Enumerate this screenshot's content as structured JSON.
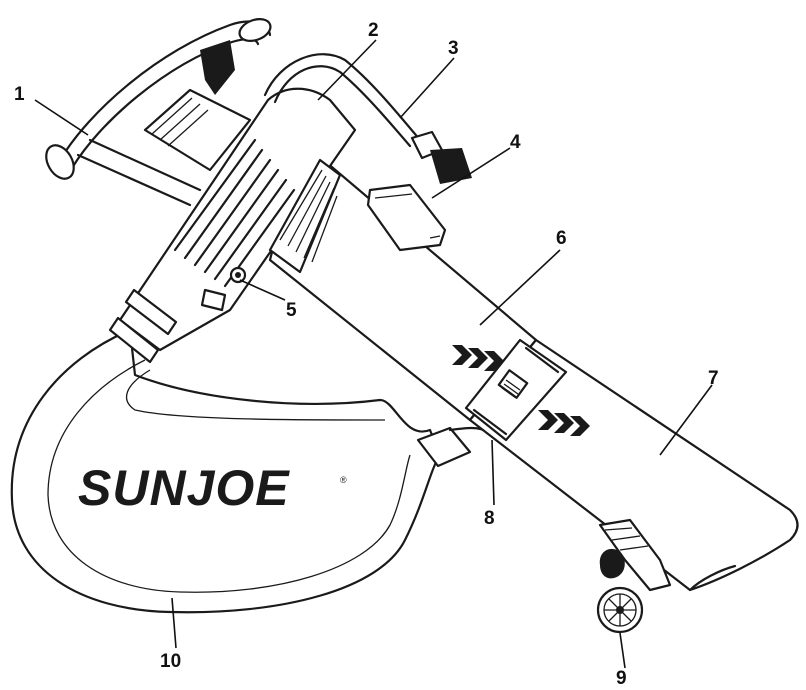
{
  "brand": {
    "logo_text": "SUNJOE",
    "registered_mark": "®"
  },
  "callouts": [
    {
      "id": "1",
      "label": "1"
    },
    {
      "id": "2",
      "label": "2"
    },
    {
      "id": "3",
      "label": "3"
    },
    {
      "id": "4",
      "label": "4"
    },
    {
      "id": "5",
      "label": "5"
    },
    {
      "id": "6",
      "label": "6"
    },
    {
      "id": "7",
      "label": "7"
    },
    {
      "id": "8",
      "label": "8"
    },
    {
      "id": "9",
      "label": "9"
    },
    {
      "id": "10",
      "label": "10"
    }
  ],
  "colors": {
    "ink": "#1a1a1a",
    "background": "#ffffff"
  }
}
